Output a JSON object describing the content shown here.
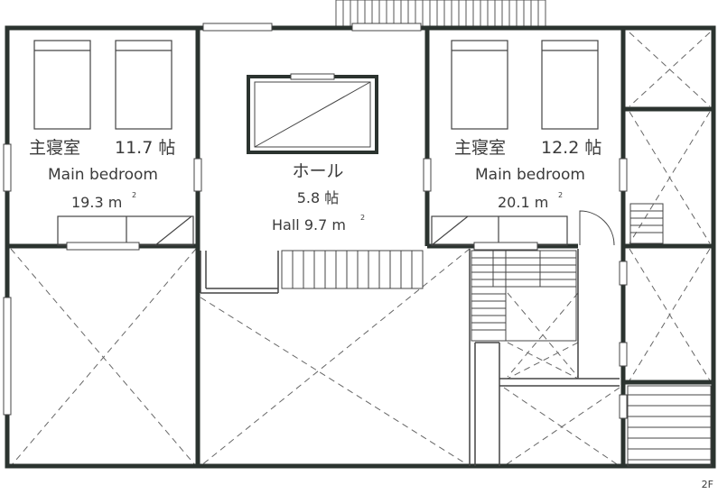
{
  "rooms": [
    {
      "name_jp": "主寝室",
      "jo": "11.7 帖",
      "name_en": "Main bedroom",
      "area": "19.3 m",
      "area_sup": "2"
    },
    {
      "name_jp": "ホール",
      "jo": "5.8 帖",
      "area": "Hall 9.7 m",
      "area_sup": "2"
    },
    {
      "name_jp": "主寝室",
      "jo": "12.2 帖",
      "name_en": "Main bedroom",
      "area": "20.1 m",
      "area_sup": "2"
    }
  ],
  "floor_label": "2F",
  "colors": {
    "wall": "#2b332f",
    "line": "#555555",
    "text": "#3a3a3a"
  }
}
